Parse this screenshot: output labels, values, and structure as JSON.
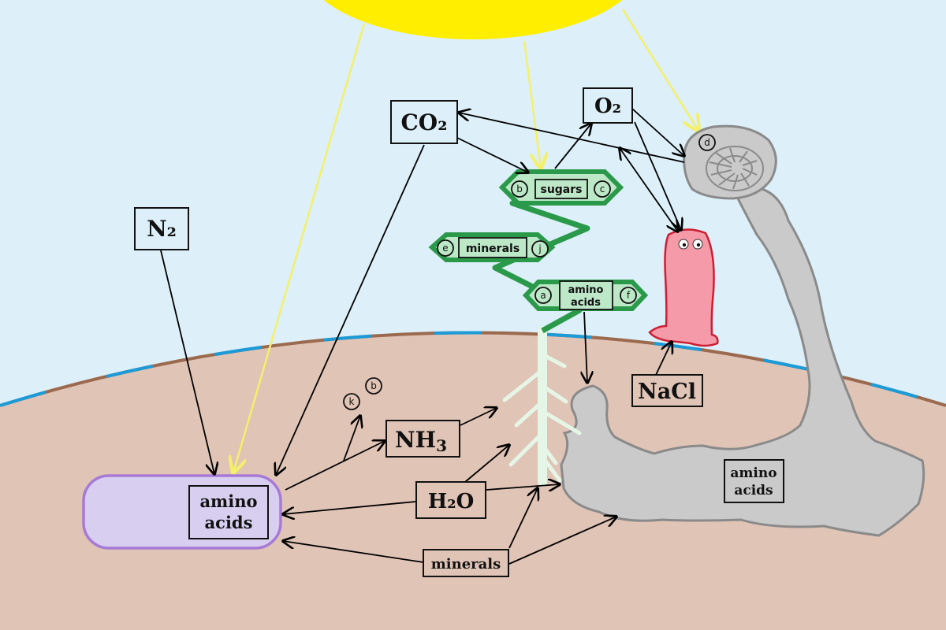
{
  "colors": {
    "sky": "#ddeff8",
    "sun": "#ffee00",
    "soil": "#e0c4b6",
    "soil_edge_brown": "#9b6a4e",
    "soil_edge_blue": "#1b9bd8",
    "plant_green": "#2a9a4a",
    "plant_light": "#bde8c8",
    "bacterium_fill": "#d7cef0",
    "bacterium_stroke": "#a77ad6",
    "fungus_fill": "#cacaca",
    "fungus_stroke": "#8a8a8a",
    "worm_fill": "#f59aa8",
    "worm_stroke": "#cc1f33",
    "root": "#e6f6e6",
    "sunray": "#f4f06a"
  },
  "labels": {
    "co2": "CO₂",
    "o2": "O₂",
    "n2": "N₂",
    "nh3_main": "NH",
    "nh3_sub": "3",
    "h2o": "H₂O",
    "nacl": "NaCl",
    "minerals_soil": "minerals",
    "bacterium_line1": "amino",
    "bacterium_line2": "acids",
    "fungus_line1": "amino",
    "fungus_line2": "acids",
    "plant_sugars": "sugars",
    "plant_minerals": "minerals",
    "plant_amino_line1": "amino",
    "plant_amino_line2": "acids"
  },
  "markers": {
    "b_top": "b",
    "c": "c",
    "e": "e",
    "j": "j",
    "a": "a",
    "f": "f",
    "d": "d",
    "k": "k",
    "b_soil": "b"
  }
}
